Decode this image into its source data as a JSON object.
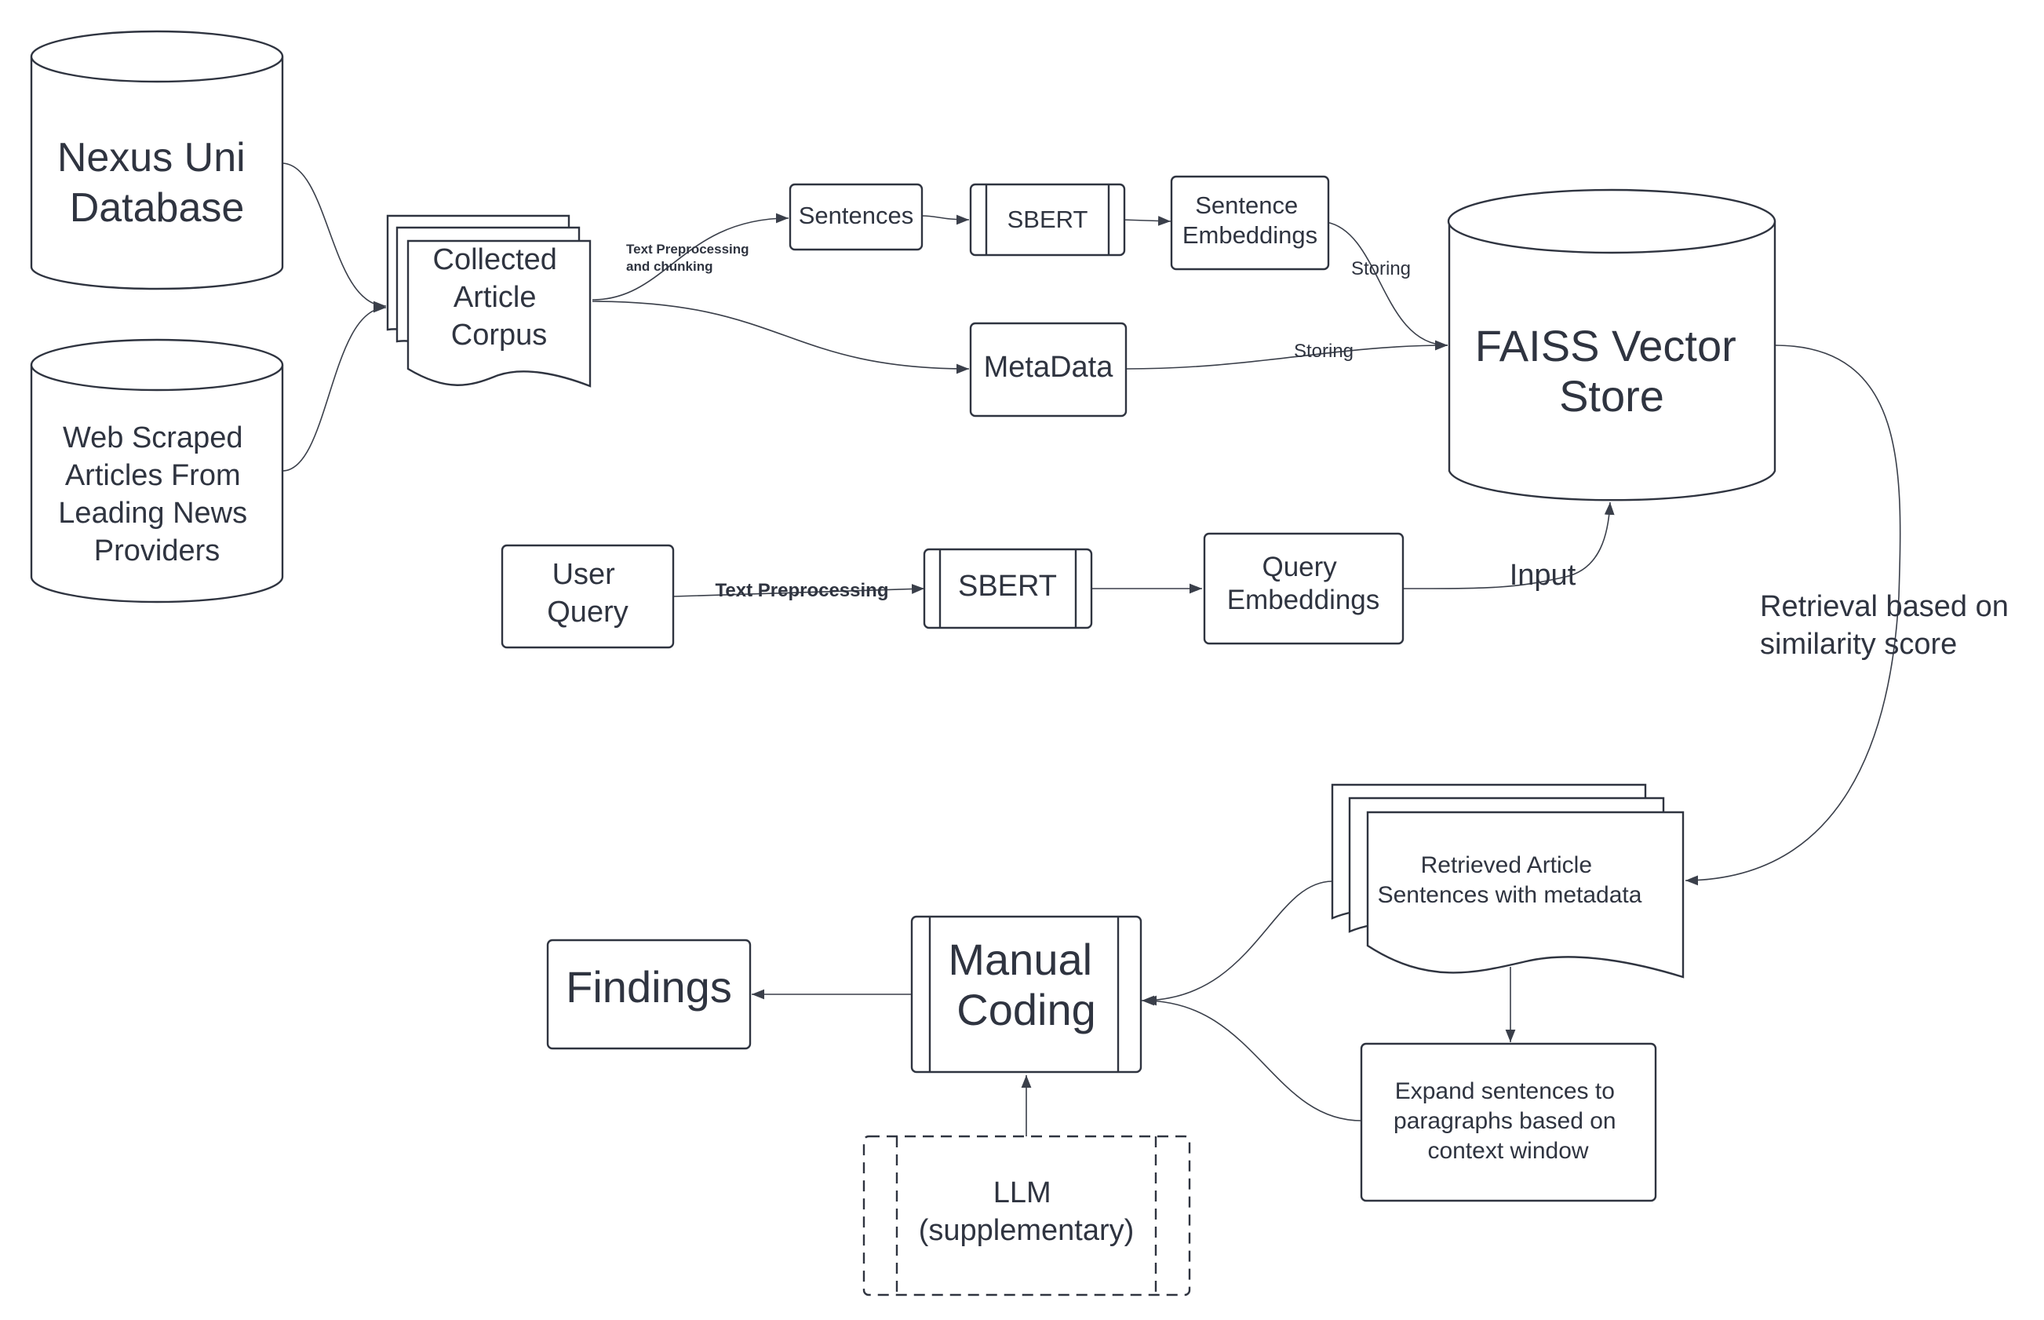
{
  "nodes": {
    "nexus_db": {
      "lines": [
        "Nexus Uni",
        "Database"
      ]
    },
    "web_scraped": {
      "lines": [
        "Web Scraped",
        "Articles From",
        "Leading News",
        "Providers"
      ]
    },
    "corpus": {
      "lines": [
        "Collected",
        "Article",
        "Corpus"
      ]
    },
    "sentences": {
      "lines": [
        "Sentences"
      ]
    },
    "sbert_top": {
      "lines": [
        "SBERT"
      ]
    },
    "sentence_embeddings": {
      "lines": [
        "Sentence",
        "Embeddings"
      ]
    },
    "metadata": {
      "lines": [
        "MetaData"
      ]
    },
    "faiss": {
      "lines": [
        "FAISS Vector",
        "Store"
      ]
    },
    "user_query": {
      "lines": [
        "User",
        "Query"
      ]
    },
    "sbert_bottom": {
      "lines": [
        "SBERT"
      ]
    },
    "query_embeddings": {
      "lines": [
        "Query",
        "Embeddings"
      ]
    },
    "retrieved": {
      "lines": [
        "Retrieved Article",
        "Sentences with metadata"
      ]
    },
    "expand": {
      "lines": [
        "Expand sentences to",
        "paragraphs based on",
        "context window"
      ]
    },
    "manual_coding": {
      "lines": [
        "Manual",
        "Coding"
      ]
    },
    "findings": {
      "lines": [
        "Findings"
      ]
    },
    "llm": {
      "lines": [
        "LLM",
        "(supplementary)"
      ]
    }
  },
  "edge_labels": {
    "preprocess_chunk": [
      "Text Preprocessing",
      "and chunking"
    ],
    "storing_embeddings": "Storing",
    "storing_metadata": "Storing",
    "query_preprocess": "Text Preprocessing",
    "input": "Input",
    "retrieval": [
      "Retrieval based on",
      "similarity score"
    ]
  },
  "colors": {
    "stroke": "#2f3440",
    "text": "#2f3440",
    "background": "#ffffff"
  }
}
